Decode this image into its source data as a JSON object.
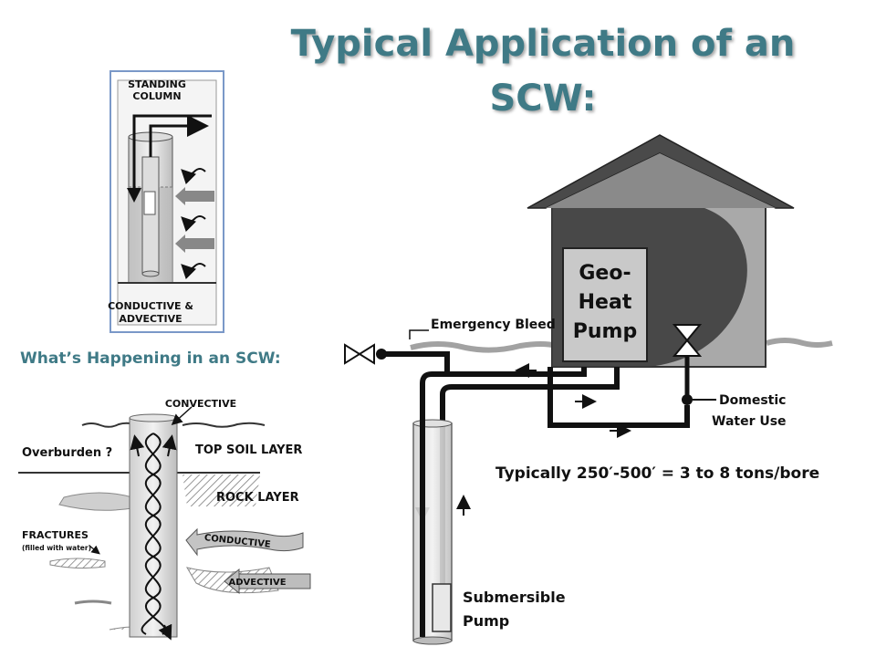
{
  "title_line1": "Typical Application of an",
  "title_line2": "SCW:",
  "subtitle": "What’s Happening in an SCW:",
  "inset": {
    "top_label_1": "STANDING",
    "top_label_2": "COLUMN",
    "bottom_label_1": "CONDUCTIVE &",
    "bottom_label_2": "ADVECTIVE",
    "border_color": "#7a98c8"
  },
  "lower_diagram": {
    "convective": "CONVECTIVE",
    "overburden": "Overburden ?",
    "top_soil": "TOP SOIL LAYER",
    "rock_layer": "ROCK LAYER",
    "fractures": "FRACTURES",
    "fractures_note": "(filled with water)",
    "conductive": "CONDUCTIVE",
    "advective": "ADVECTIVE"
  },
  "main_diagram": {
    "pump_line1": "Geo-",
    "pump_line2": "Heat",
    "pump_line3": "Pump",
    "emergency_bleed": "Emergency Bleed",
    "domestic_line1": "Domestic",
    "domestic_line2": "Water Use",
    "typical": "Typically 250′-500′ = 3 to 8 tons/bore",
    "submersible_line1": "Submersible",
    "submersible_line2": "Pump"
  },
  "colors": {
    "title": "#3f7a86",
    "house_roof": "#4a4a4a",
    "house_wall": "#aaaaaa",
    "pipe": "#111111"
  }
}
